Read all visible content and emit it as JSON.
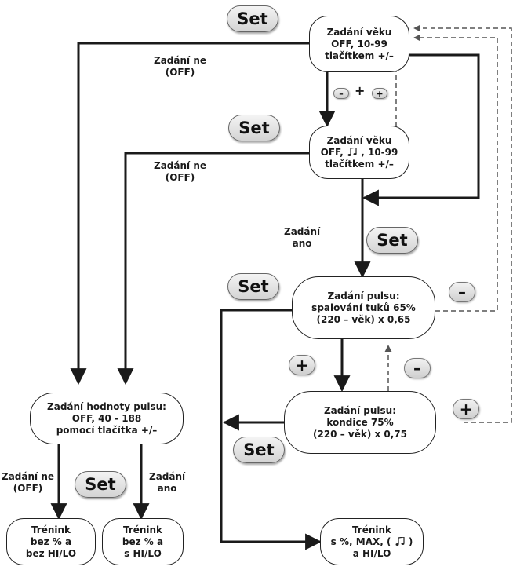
{
  "boxes": {
    "age_entry_1": {
      "lines": [
        "Zadání věku",
        "OFF, 10-99",
        "tlačítkem +/–"
      ]
    },
    "age_entry_2": {
      "line1": "Zadání věku",
      "line2_pre": "OFF,",
      "line2_post": ",      10-99",
      "line3": "tlačítkem +/–"
    },
    "pulse_fat": {
      "lines": [
        "Zadání pulsu:",
        "spalování tuků 65%",
        "(220 – věk) x 0,65"
      ]
    },
    "pulse_condition": {
      "lines": [
        "Zadání pulsu:",
        "kondice 75%",
        "(220 – věk) x 0,75"
      ]
    },
    "pulse_value": {
      "lines": [
        "Zadání hodnoty pulsu:",
        "OFF, 40 - 188",
        "pomocí tlačítka +/–"
      ]
    },
    "training_no_hilo": {
      "lines": [
        "Trénink",
        "bez % a",
        "bez HI/LO"
      ]
    },
    "training_hilo": {
      "lines": [
        "Trénink",
        "bez % a",
        "s HI/LO"
      ]
    },
    "training_max": {
      "line1": "Trénink",
      "line2_pre": "s %, MAX, (",
      "line2_post": ")",
      "line3": "a HI/LO"
    }
  },
  "buttons": {
    "set": "Set",
    "minus": "–",
    "plus": "+"
  },
  "labels": {
    "no_off_1": [
      "Zadání ne",
      "(OFF)"
    ],
    "no_off_2": [
      "Zadání ne",
      "(OFF)"
    ],
    "yes": [
      "Zadání",
      "ano"
    ],
    "no_off_3": [
      "Zadání ne",
      "(OFF)"
    ],
    "yes_2": [
      "Zadání",
      "ano"
    ],
    "small_pm_plus": "+"
  },
  "icons": {
    "alarm": "music-note-icon"
  },
  "colors": {
    "line": "#1a1a1a",
    "dashed": "#555555",
    "button_fill": "#e0e0e0"
  }
}
